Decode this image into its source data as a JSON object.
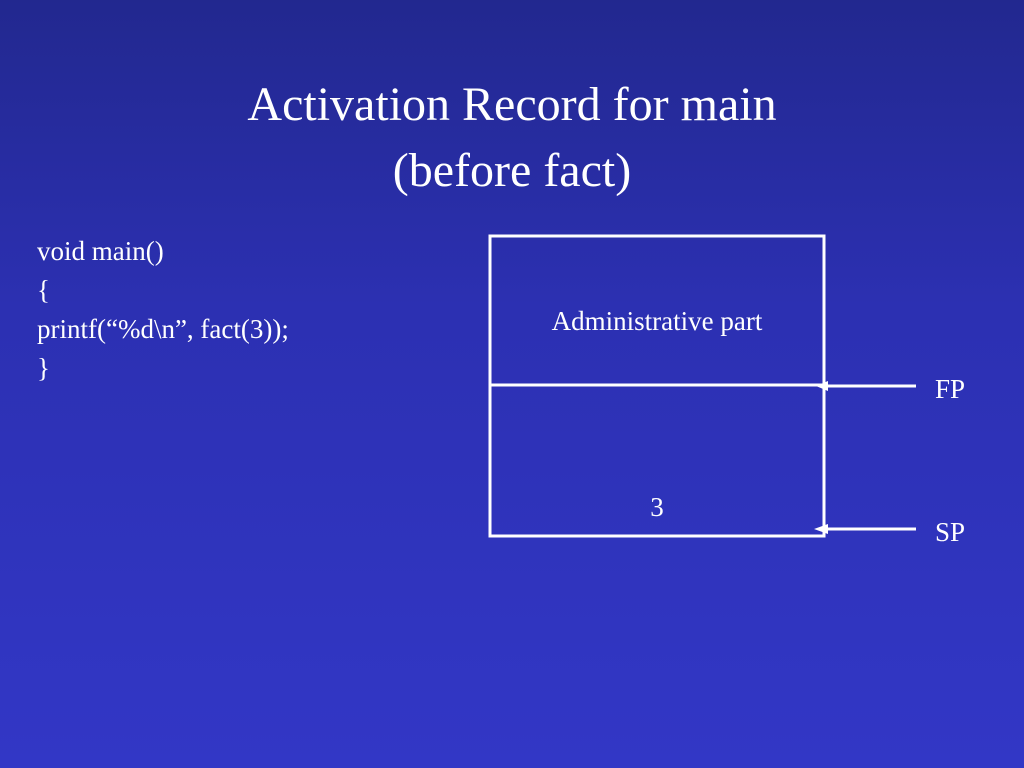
{
  "slide": {
    "title_line1": "Activation Record for main",
    "title_line2": "(before fact)"
  },
  "code": {
    "lines": [
      "void main()",
      "{",
      "printf(“%d\\n”, fact(3));",
      "}"
    ]
  },
  "record": {
    "admin_label": "Administrative part",
    "value_label": "3"
  },
  "pointers": {
    "fp_label": "FP",
    "sp_label": "SP"
  },
  "colors": {
    "background_top": "#22288f",
    "background_bottom": "#3237c6",
    "foreground": "#ffffff"
  }
}
